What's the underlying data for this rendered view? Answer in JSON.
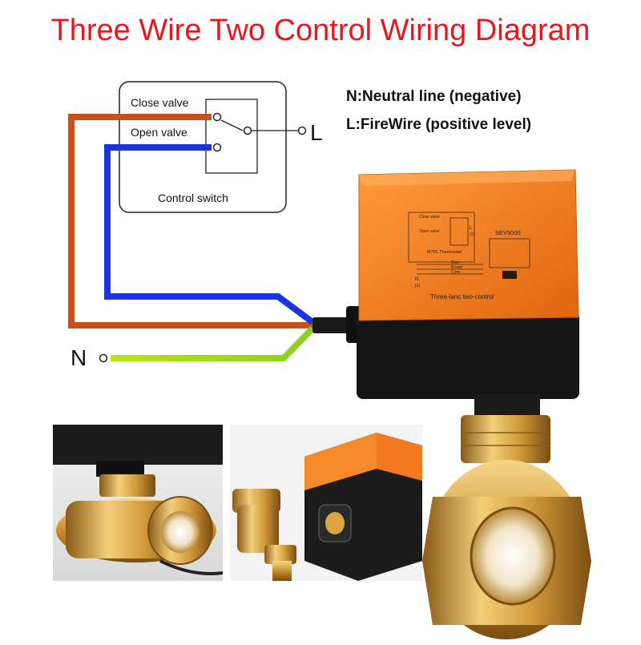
{
  "title": "Three Wire Two Control Wiring Diagram",
  "legend": {
    "neutral": "N:Neutral line (negative)",
    "fire": "L:FireWire (positive level)"
  },
  "switch": {
    "close_label": "Close valve",
    "open_label": "Open valve",
    "caption": "Control switch"
  },
  "terminals": {
    "L": "L",
    "N": "N"
  },
  "actuator": {
    "model": "SEV5000",
    "label": "Three-lanc two-control",
    "inner_close": "Close valve",
    "inner_open": "Open valve",
    "inner_thermostat": "M701 Thermostat",
    "wire_blue": "Blue",
    "wire_brown": "Brown",
    "wire_color": "Color",
    "term_l": "L",
    "term_l_num": "(1)",
    "term_n": "N",
    "term_n_num": "(2)"
  },
  "colors": {
    "title": "#e4181e",
    "brown_wire": "#c8501a",
    "blue_wire": "#1a35e0",
    "yellow_green_wire": "#c8e51e",
    "actuator_orange": "#f47820",
    "brass": "#d9a640"
  }
}
